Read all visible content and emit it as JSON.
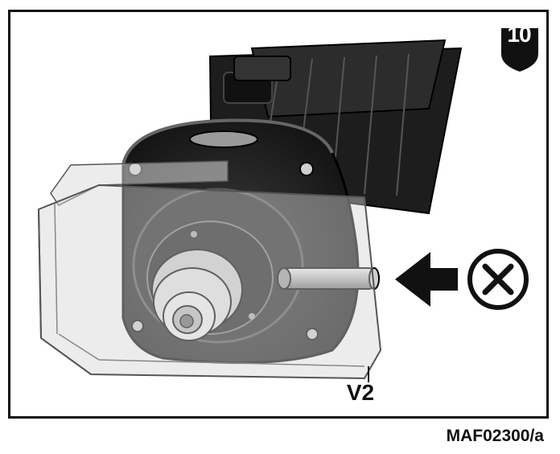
{
  "figure": {
    "step_number": "10",
    "part_label": "V2",
    "figure_code": "MAF02300/a",
    "colors": {
      "ink": "#111111",
      "shell": "#d9d9d9",
      "dark_body": "#2a2a2a"
    },
    "icons": {
      "step_badge": "shield-badge",
      "prohibited": "circled-x-icon",
      "direction": "arrow-left-icon"
    }
  }
}
